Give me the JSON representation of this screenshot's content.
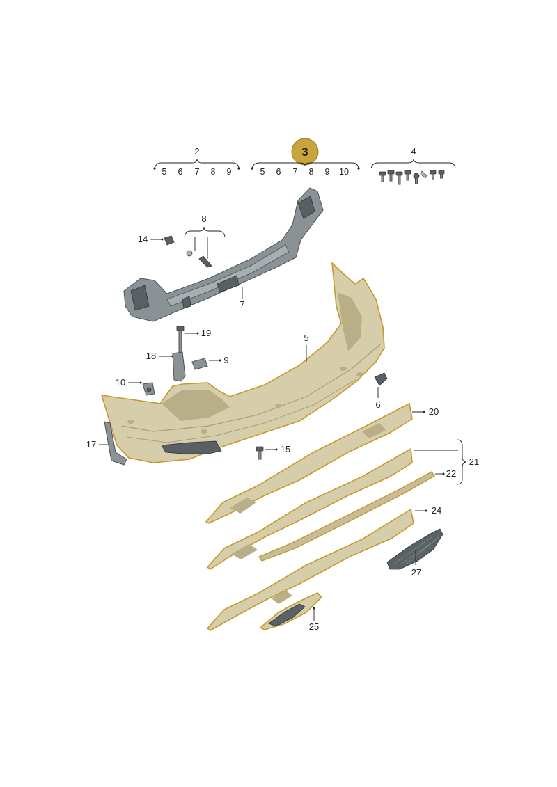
{
  "highlight_number": "3",
  "highlight_color": "#c9a43a",
  "outline_color": "#c59a2c",
  "group_labels": {
    "g2": {
      "label": "2",
      "items": [
        "5",
        "6",
        "7",
        "8",
        "9"
      ]
    },
    "g3": {
      "items": [
        "5",
        "6",
        "7",
        "8",
        "9",
        "10"
      ]
    },
    "g4": {
      "label": "4"
    }
  },
  "callouts": {
    "c5": "5",
    "c6": "6",
    "c7": "7",
    "c8": "8",
    "c9": "9",
    "c10": "10",
    "c14": "14",
    "c15": "15",
    "c17": "17",
    "c18": "18",
    "c19": "19",
    "c20": "20",
    "c21": "21",
    "c22": "22",
    "c24": "24",
    "c25": "25",
    "c27": "27"
  }
}
